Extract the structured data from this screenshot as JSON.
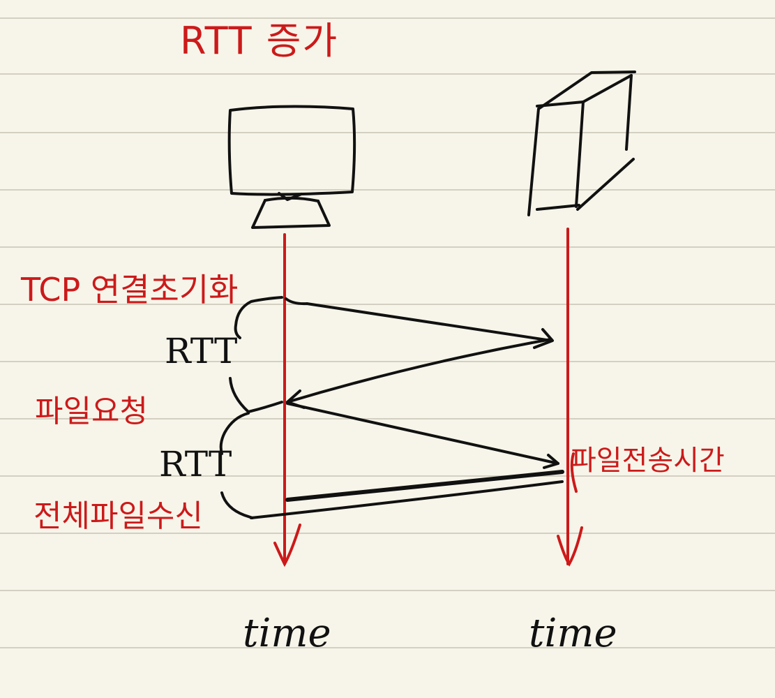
{
  "title": "RTT 증가",
  "labels": {
    "tcp_init": "TCP 연결초기화",
    "rtt_first": "RTT",
    "file_request": "파일요청",
    "rtt_second": "RTT",
    "file_receive": "전체파일수신",
    "transfer_time": "파일전송시간"
  },
  "timelines": {
    "client": "time",
    "server": "time"
  },
  "colors": {
    "paper": "#f7f5ea",
    "rule": "#d3d0c2",
    "ink_red": "#cc1a1a",
    "ink_black": "#111111"
  },
  "icons": {
    "client": "computer-monitor-icon",
    "server": "server-box-icon"
  }
}
